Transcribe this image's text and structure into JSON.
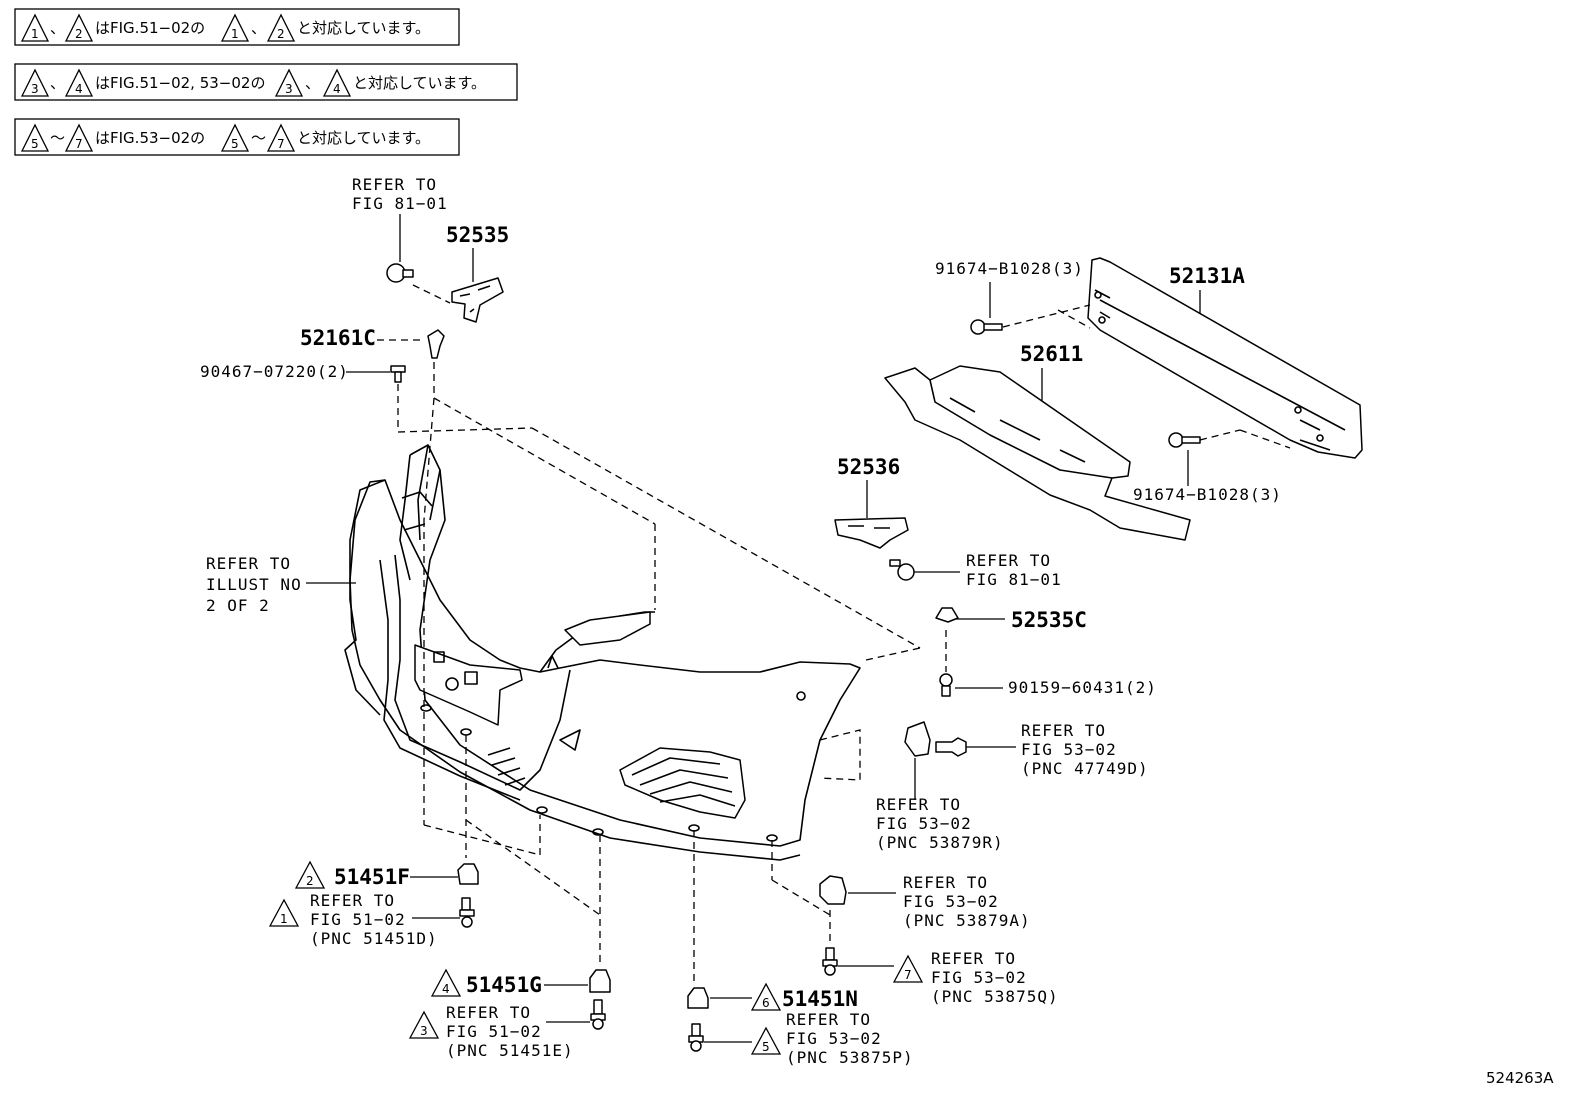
{
  "notes": [
    {
      "text": "、 はFIG.51−02の 、 と対応しています。",
      "marks": [
        "1",
        "2",
        "1",
        "2"
      ]
    },
    {
      "text": "、 はFIG.51−02, 53−02の 、 と対応しています。",
      "marks": [
        "3",
        "4",
        "3",
        "4"
      ]
    },
    {
      "text": "〜 はFIG.53−02の 〜 と対応しています。",
      "marks": [
        "5",
        "7",
        "5",
        "7"
      ]
    }
  ],
  "parts": {
    "p52535": "52535",
    "p52161C": "52161C",
    "p90467": "90467−07220(2)",
    "p52131A": "52131A",
    "p91674a": "91674−B1028(3)",
    "p52611": "52611",
    "p91674b": "91674−B1028(3)",
    "p52536": "52536",
    "p52535C": "52535C",
    "p90159": "90159−60431(2)",
    "p51451F": "51451F",
    "p51451G": "51451G",
    "p51451N": "51451N"
  },
  "refs": {
    "r1": [
      "REFER TO",
      "FIG 81−01"
    ],
    "r2": [
      "REFER TO",
      "ILLUST NO",
      "2 OF 2"
    ],
    "r3": [
      "REFER TO",
      "FIG 81−01"
    ],
    "r4": [
      "REFER TO",
      "FIG 53−02",
      "(PNC 47749D)"
    ],
    "r5": [
      "REFER TO",
      "FIG 53−02",
      "(PNC 53879R)"
    ],
    "r6": [
      "REFER TO",
      "FIG 53−02",
      "(PNC 53879A)"
    ],
    "r7": [
      "REFER TO",
      "FIG 53−02",
      "(PNC 53875Q)"
    ],
    "r8": [
      "REFER TO",
      "FIG 51−02",
      "(PNC 51451D)"
    ],
    "r9": [
      "REFER TO",
      "FIG 51−02",
      "(PNC 51451E)"
    ],
    "r10": [
      "REFER TO",
      "FIG 53−02",
      "(PNC 53875P)"
    ]
  },
  "markers": {
    "m51451F": "2",
    "mRef51451D": "1",
    "m51451G": "4",
    "mRef51451E": "3",
    "m51451N": "6",
    "mRef53875P": "5",
    "mRef53875Q": "7"
  },
  "illustration_id": "524263A"
}
